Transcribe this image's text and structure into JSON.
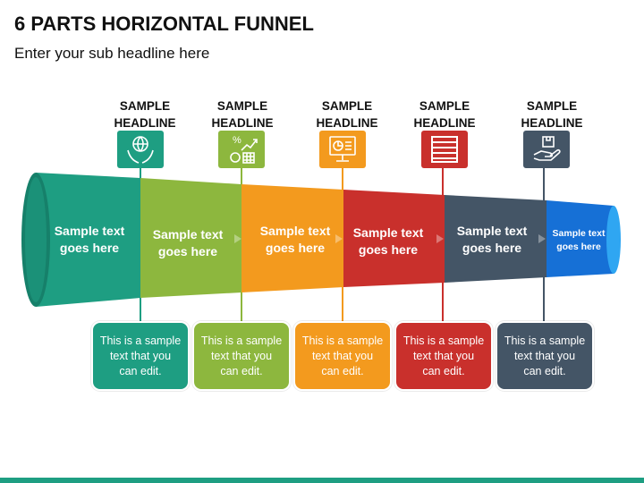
{
  "title": "6 PARTS HORIZONTAL FUNNEL",
  "subtitle": "Enter your sub headline here",
  "colors": {
    "teal": "#1E9E82",
    "green": "#8DB73E",
    "orange": "#F39A1E",
    "red": "#C9302C",
    "slate": "#445566",
    "blue": "#1670D6",
    "bottom_bar": "#1E9E82"
  },
  "headlines": [
    {
      "line1": "SAMPLE",
      "line2": "HEADLINE",
      "icon": "globe-hands-icon",
      "color": "#1E9E82"
    },
    {
      "line1": "SAMPLE",
      "line2": "HEADLINE",
      "icon": "growth-chart-money-icon",
      "color": "#8DB73E"
    },
    {
      "line1": "SAMPLE",
      "line2": "HEADLINE",
      "icon": "presentation-monitor-icon",
      "color": "#F39A1E"
    },
    {
      "line1": "SAMPLE",
      "line2": "HEADLINE",
      "icon": "document-list-icon",
      "color": "#C9302C"
    },
    {
      "line1": "SAMPLE",
      "line2": "HEADLINE",
      "icon": "hand-box-icon",
      "color": "#445566"
    }
  ],
  "segments": [
    {
      "line1": "Sample text",
      "line2": "goes here",
      "color": "#1E9E82"
    },
    {
      "line1": "Sample text",
      "line2": "goes here",
      "color": "#8DB73E"
    },
    {
      "line1": "Sample text",
      "line2": "goes here",
      "color": "#F39A1E"
    },
    {
      "line1": "Sample text",
      "line2": "goes here",
      "color": "#C9302C"
    },
    {
      "line1": "Sample text",
      "line2": "goes here",
      "color": "#445566"
    },
    {
      "line1": "Sample text",
      "line2": "goes here",
      "color": "#1670D6"
    }
  ],
  "cards": [
    {
      "line1": "This is a sample",
      "line2": "text that you",
      "line3": "can edit.",
      "color": "#1E9E82"
    },
    {
      "line1": "This is a sample",
      "line2": "text that you",
      "line3": "can edit.",
      "color": "#8DB73E"
    },
    {
      "line1": "This is a sample",
      "line2": "text that you",
      "line3": "can edit.",
      "color": "#F39A1E"
    },
    {
      "line1": "This is a sample",
      "line2": "text that you",
      "line3": "can edit.",
      "color": "#C9302C"
    },
    {
      "line1": "This is a sample",
      "line2": "text that you",
      "line3": "can edit.",
      "color": "#445566"
    }
  ]
}
